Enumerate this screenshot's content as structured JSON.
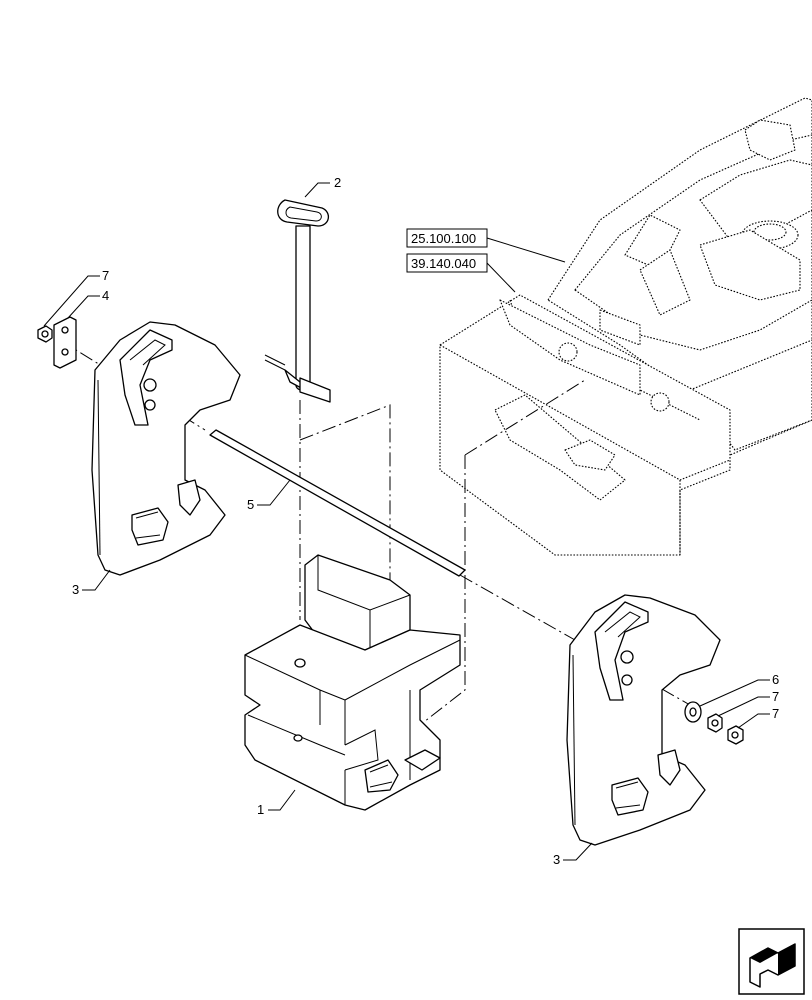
{
  "reference_boxes": [
    {
      "id": "ref1",
      "text": "25.100.100"
    },
    {
      "id": "ref2",
      "text": "39.140.040"
    }
  ],
  "callouts": {
    "c2": "2",
    "c7a": "7",
    "c4": "4",
    "c5": "5",
    "c3a": "3",
    "c1": "1",
    "c6": "6",
    "c7b": "7",
    "c7c": "7",
    "c3b": "3"
  },
  "icons": {
    "nav": "arrow-navigation-icon"
  }
}
